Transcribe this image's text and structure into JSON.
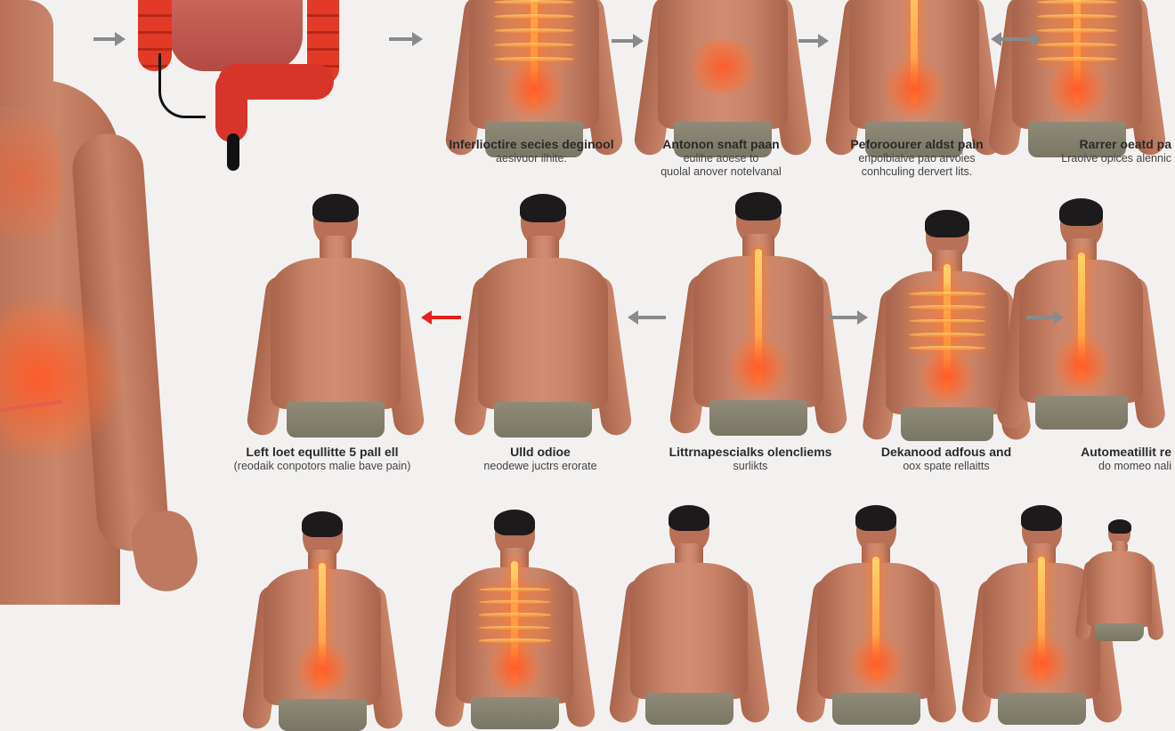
{
  "colors": {
    "background": "#f3f1f0",
    "skin": "#c98469",
    "glow": "#ff5a28",
    "arrow_gray": "#8a8a8a",
    "arrow_red": "#e8201c",
    "intestine": "#d83a2a"
  },
  "top_row": [
    {
      "title": "Inferlioctire secies deginool",
      "sub": [
        "aesivuor ilhite:"
      ]
    },
    {
      "title": "Antonon snaft paan",
      "sub": [
        "eulihe aoese to",
        "quolal anover notelvanal"
      ]
    },
    {
      "title": "Peforoourer aldst pain",
      "sub": [
        "enpolbialve pao arvoies",
        "conhculing dervert lits."
      ]
    },
    {
      "title": "Rarrer oeatd pa",
      "sub": [
        "Lraoive opices alennic"
      ]
    }
  ],
  "middle_row": [
    {
      "title": "Left loet equllitte 5 pall ell",
      "sub": [
        "(reodaik conpotors malie bave pain)"
      ]
    },
    {
      "title": "Ulld odioe",
      "sub": [
        "neodewe juctrs erorate"
      ]
    },
    {
      "title": "Littrnapescialks olencliems",
      "sub": [
        "surlikts"
      ]
    },
    {
      "title": "Dekanood adfous and",
      "sub": [
        "oox spate rellaitts"
      ]
    },
    {
      "title": "Automeatillit re",
      "sub": [
        "do momeo nali"
      ]
    }
  ],
  "icons": {
    "arrow": "arrow-icon",
    "double_arrow": "double-arrow-icon"
  }
}
